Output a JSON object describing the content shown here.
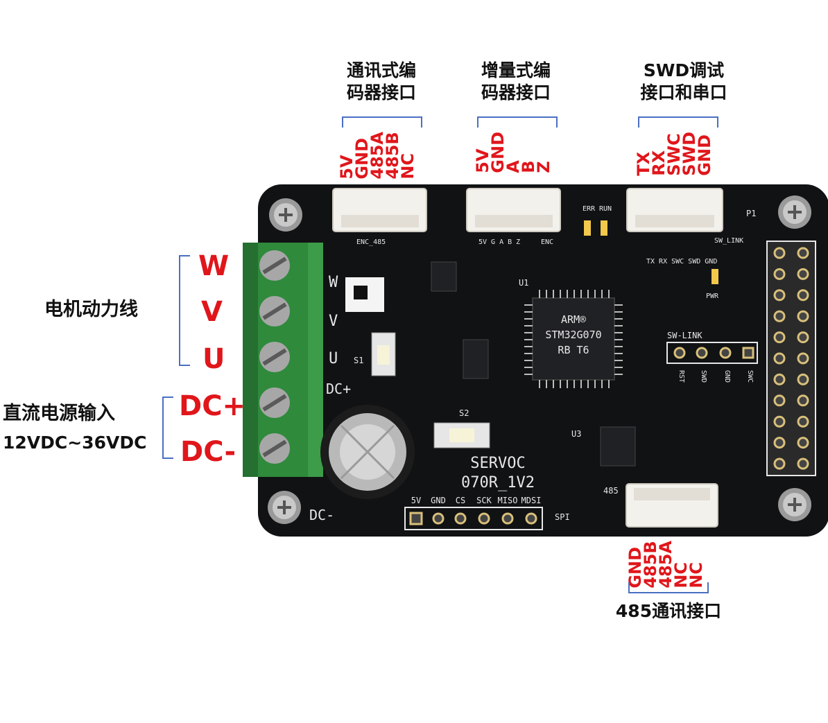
{
  "colors": {
    "label_red": "#e0161b",
    "bracket_blue": "#4a6fc2",
    "pcb_black": "#111214",
    "terminal_green": "#2f8a3c"
  },
  "connectors": {
    "comm_encoder": {
      "title_l1": "通讯式编",
      "title_l2": "码器接口",
      "pins": [
        "5V",
        "GND",
        "485A",
        "485B",
        "NC"
      ]
    },
    "incr_encoder": {
      "title_l1": "增量式编",
      "title_l2": "码器接口",
      "pins": [
        "5V",
        "GND",
        "A",
        "B",
        "Z"
      ]
    },
    "swd": {
      "title_l1": "SWD调试",
      "title_l2": "接口和串口",
      "pins": [
        "TX",
        "RX",
        "SWC",
        "SWD",
        "GND"
      ]
    },
    "rs485": {
      "title": "485通讯接口",
      "pins": [
        "GND",
        "485B",
        "485A",
        "NC",
        "NC"
      ]
    }
  },
  "motor": {
    "title": "电机动力线",
    "phases": [
      "W",
      "V",
      "U"
    ]
  },
  "power": {
    "title": "直流电源输入",
    "range": "12VDC~36VDC",
    "pos": "DC+",
    "neg": "DC-"
  },
  "board": {
    "model_l1": "SERVOC",
    "model_l2": "070R_1V2",
    "mcu_l1": "ARM®",
    "mcu_l2": "STM32G070",
    "mcu_l3": "RB T6",
    "spi_pins": [
      "5V",
      "GND",
      "CS",
      "SCK",
      "MISO",
      "MDSI"
    ],
    "spi_label": "SPI",
    "swlink_label": "SW-LINK",
    "swlink_pins": [
      "RST",
      "SWD",
      "GND",
      "SWC"
    ],
    "silk_terminal": [
      "W",
      "V",
      "U",
      "DC+",
      "DC-"
    ],
    "silk_485": "485",
    "silk_p1": "P1",
    "silk_s1": "S1",
    "silk_s2": "S2",
    "silk_u1": "U1",
    "silk_u3": "U3",
    "silk_err": "ERR",
    "silk_run": "RUN",
    "silk_pwr": "PWR",
    "silk_enc485": "ENC_485",
    "silk_enc": "ENC",
    "silk_enc_pins": "5V G A B Z",
    "silk_swlink": "SW_LINK",
    "silk_swlink_pins": "TX RX SWC SWD GND"
  }
}
